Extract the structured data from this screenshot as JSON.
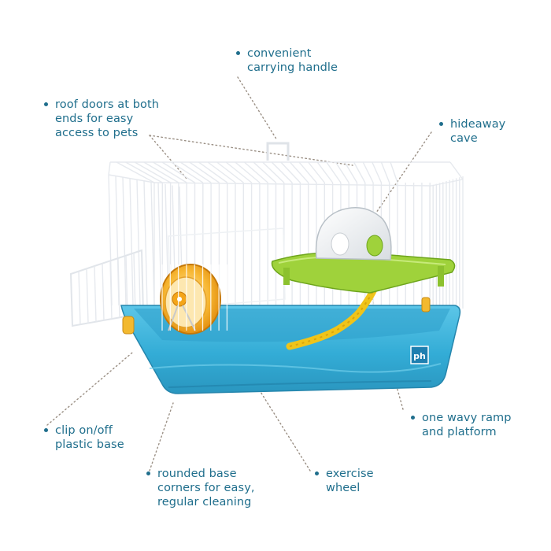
{
  "brand": {
    "logo_text": "ph",
    "accent_color": "#1f6e8c",
    "base_color": "#3fb5dc",
    "wheel_color": "#f2a81d",
    "platform_color": "#9ccd38",
    "ramp_color": "#f1c40f"
  },
  "callouts": [
    {
      "id": "handle",
      "lines": [
        "convenient",
        "carrying handle"
      ]
    },
    {
      "id": "roof",
      "lines": [
        "roof doors at both",
        "ends for easy",
        "access to pets"
      ]
    },
    {
      "id": "cave",
      "lines": [
        "hideaway",
        "cave"
      ]
    },
    {
      "id": "clip",
      "lines": [
        "clip on/off",
        "plastic base"
      ]
    },
    {
      "id": "corners",
      "lines": [
        "rounded base",
        "corners for easy,",
        "regular cleaning"
      ]
    },
    {
      "id": "wheel",
      "lines": [
        "exercise",
        "wheel"
      ]
    },
    {
      "id": "ramp",
      "lines": [
        "one wavy ramp",
        "and platform"
      ]
    }
  ]
}
